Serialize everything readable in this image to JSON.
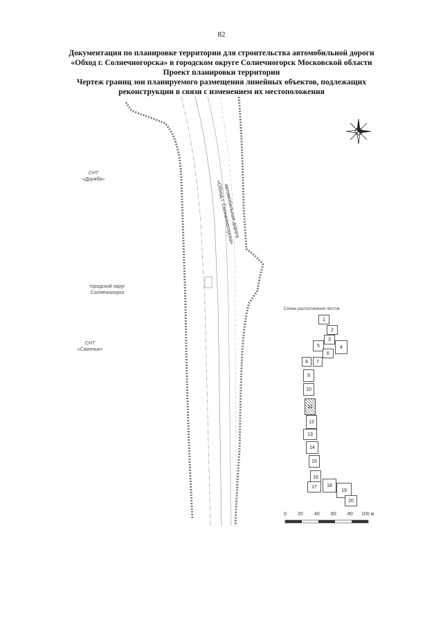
{
  "page": {
    "number": "82"
  },
  "title": {
    "line1": "Документация по планировке территории для строительства автомобильной дороги",
    "line2": "«Обход г. Солнечногорска» в городском округе Солнечногорск Московской области",
    "line3": "Проект планировки территории",
    "line4": "Чертеж границ зон планируемого размещения линейных объектов, подлежащих",
    "line5": "реконструкции в связи с изменением их местоположения"
  },
  "map": {
    "labels": {
      "snt_druzhba_1": "СНТ",
      "snt_druzhba_2": "«Дружба»",
      "district_1": "городской округ",
      "district_2": "Солнечногорск",
      "snt_sazhenik_1": "СНТ",
      "snt_sazhenik_2": "«Саженик»",
      "road_1": "автомобильная дорога",
      "road_2": "«Обход г. Солнечногорска»"
    },
    "scheme": {
      "title": "Схема расположения листов",
      "sheets": [
        "1",
        "2",
        "3",
        "4",
        "5",
        "6",
        "7",
        "8",
        "9",
        "10",
        "11",
        "12",
        "13",
        "14",
        "15",
        "16",
        "17",
        "18",
        "19",
        "20"
      ],
      "active_sheet": "11"
    },
    "scale": {
      "ticks": [
        "0",
        "20",
        "40",
        "60",
        "80",
        "100 м"
      ]
    }
  },
  "colors": {
    "boundary": "#777777",
    "road": "#888888",
    "text": "#111111"
  }
}
